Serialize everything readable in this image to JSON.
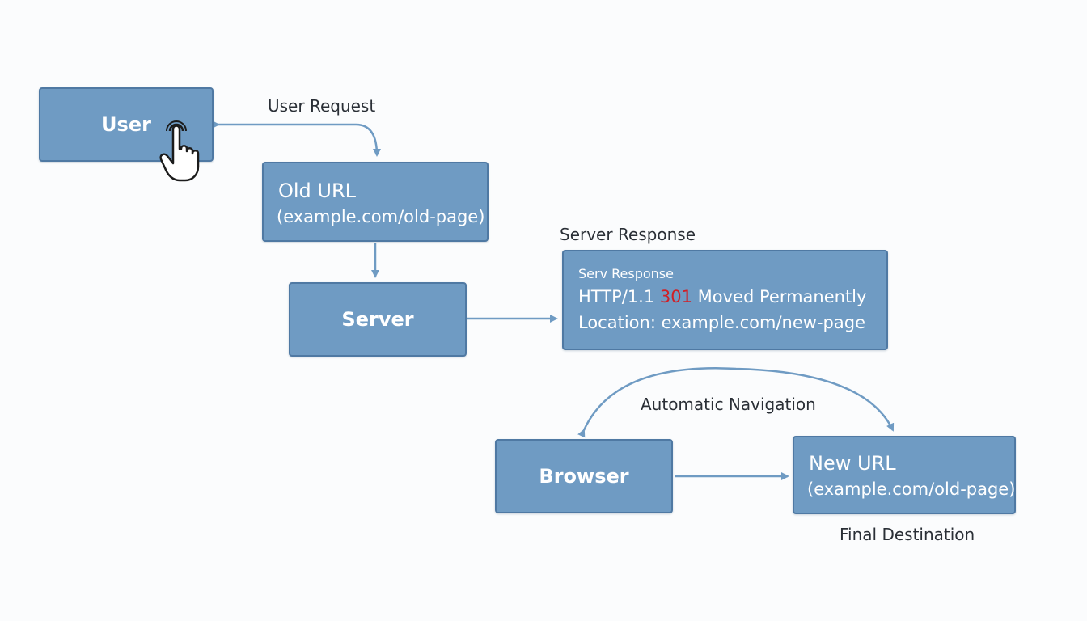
{
  "nodes": {
    "user": {
      "label": "User"
    },
    "old_url": {
      "title": "Old URL",
      "subtitle": "(example.com/old-page)"
    },
    "server": {
      "label": "Server"
    },
    "response": {
      "heading": "Serv Response",
      "status_prefix": "HTTP/1.1 ",
      "status_code": "301",
      "status_suffix": " Moved Permanently",
      "location": "Location: example.com/new-page"
    },
    "browser": {
      "label": "Browser"
    },
    "new_url": {
      "title": "New URL",
      "subtitle": "(example.com/old-page)"
    }
  },
  "labels": {
    "user_request": "User Request",
    "server_response": "Server Response",
    "automatic_navigation": "Automatic Navigation",
    "final_destination": "Final Destination"
  },
  "colors": {
    "node_fill": "#6f9bc3",
    "node_border": "#4f79a3",
    "arrow": "#6f9bc3",
    "status_code": "#d11f26"
  },
  "icons": {
    "cursor": "hand-pointer-icon"
  }
}
